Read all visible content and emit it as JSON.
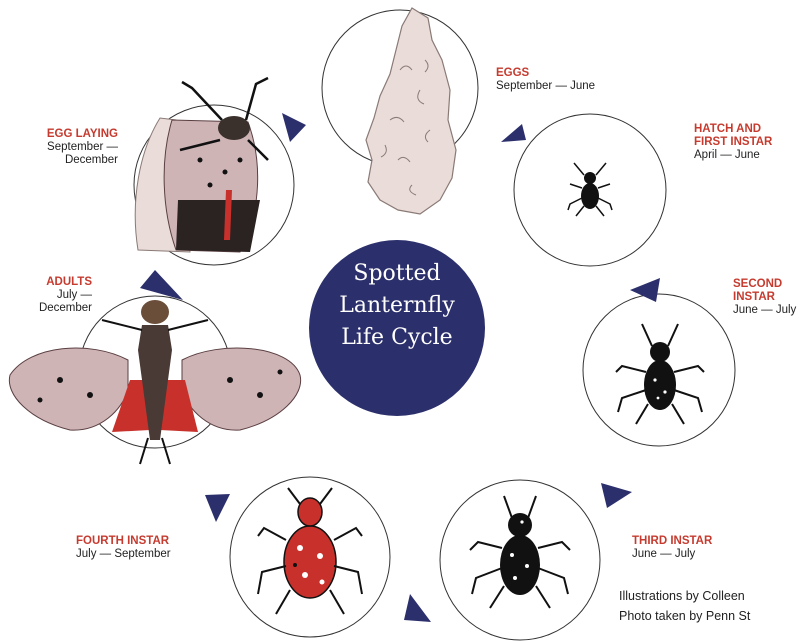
{
  "title": [
    "Spotted",
    "Lanternfly",
    "Life Cycle"
  ],
  "colors": {
    "navy": "#2b2f6b",
    "stage_red": "#c63b2f",
    "wing_pink": "#cfb4b6",
    "egg_mass": "#eadcd9",
    "nymph_red": "#c8312b"
  },
  "stages": [
    {
      "id": "eggs",
      "title": [
        "EGGS"
      ],
      "dates": [
        "September — June"
      ],
      "icon": "egg-mass-icon"
    },
    {
      "id": "first-instar",
      "title": [
        "HATCH AND",
        "FIRST INSTAR"
      ],
      "dates": [
        "April — June"
      ],
      "icon": "first-instar-nymph-icon"
    },
    {
      "id": "second-instar",
      "title": [
        "SECOND",
        "INSTAR"
      ],
      "dates": [
        "June — July"
      ],
      "icon": "second-instar-nymph-icon"
    },
    {
      "id": "third-instar",
      "title": [
        "THIRD INSTAR"
      ],
      "dates": [
        "June — July"
      ],
      "icon": "third-instar-nymph-icon"
    },
    {
      "id": "fourth-instar",
      "title": [
        "FOURTH INSTAR"
      ],
      "dates": [
        "July — September"
      ],
      "icon": "fourth-instar-nymph-icon"
    },
    {
      "id": "adults",
      "title": [
        "ADULTS"
      ],
      "dates": [
        "July —",
        "December"
      ],
      "icon": "adult-lanternfly-icon"
    },
    {
      "id": "egg-laying",
      "title": [
        "EGG LAYING"
      ],
      "dates": [
        "September —",
        "December"
      ],
      "icon": "egg-laying-adult-icon"
    }
  ],
  "credits": [
    "Illustrations by Colleen",
    "Photo taken by Penn St"
  ]
}
